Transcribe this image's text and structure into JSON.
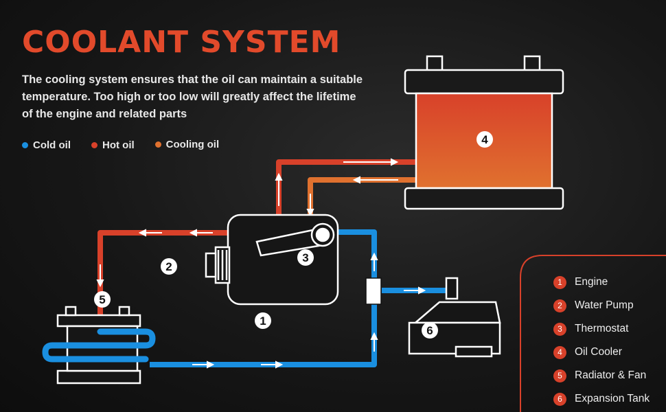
{
  "title": "COOLANT SYSTEM",
  "description": "The cooling system ensures that the oil can maintain a suitable temperature. Too high or too low will greatly affect the lifetime of the engine and related parts",
  "legend": [
    {
      "label": "Cold oil",
      "color": "#1a8fe0"
    },
    {
      "label": "Hot oil",
      "color": "#d8412a"
    },
    {
      "label": "Cooling oil",
      "color": "#e0712f"
    }
  ],
  "colors": {
    "cold": "#1a8fe0",
    "hot": "#d8412a",
    "cooling": "#e0712f",
    "accent": "#e24a2b"
  },
  "markers": [
    "1",
    "2",
    "3",
    "4",
    "5",
    "6"
  ],
  "components": [
    {
      "num": "1",
      "label": "Engine"
    },
    {
      "num": "2",
      "label": "Water Pump"
    },
    {
      "num": "3",
      "label": "Thermostat"
    },
    {
      "num": "4",
      "label": "Oil Cooler"
    },
    {
      "num": "5",
      "label": "Radiator & Fan"
    },
    {
      "num": "6",
      "label": "Expansion Tank"
    }
  ]
}
